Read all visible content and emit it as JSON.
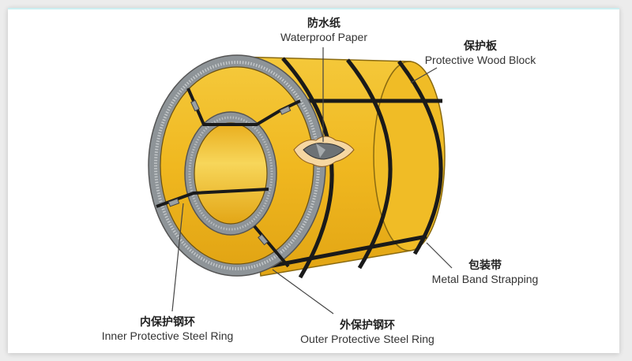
{
  "diagram": {
    "subject": "Steel coil packaging",
    "colors": {
      "coil_yellow": "#f2c12e",
      "coil_shade": "#e0a818",
      "ring_gray": "#8e9498",
      "band_black": "#1a1a1a"
    },
    "labels": [
      {
        "id": "waterproof-paper",
        "cn": "防水纸",
        "en": "Waterproof Paper"
      },
      {
        "id": "protective-wood-block",
        "cn": "保护板",
        "en": "Protective Wood Block"
      },
      {
        "id": "metal-band-strapping",
        "cn": "包装带",
        "en": "Metal Band Strapping"
      },
      {
        "id": "inner-protective-steel-ring",
        "cn": "内保护钢环",
        "en": "Inner Protective Steel Ring"
      },
      {
        "id": "outer-protective-steel-ring",
        "cn": "外保护钢环",
        "en": "Outer Protective Steel Ring"
      }
    ]
  }
}
